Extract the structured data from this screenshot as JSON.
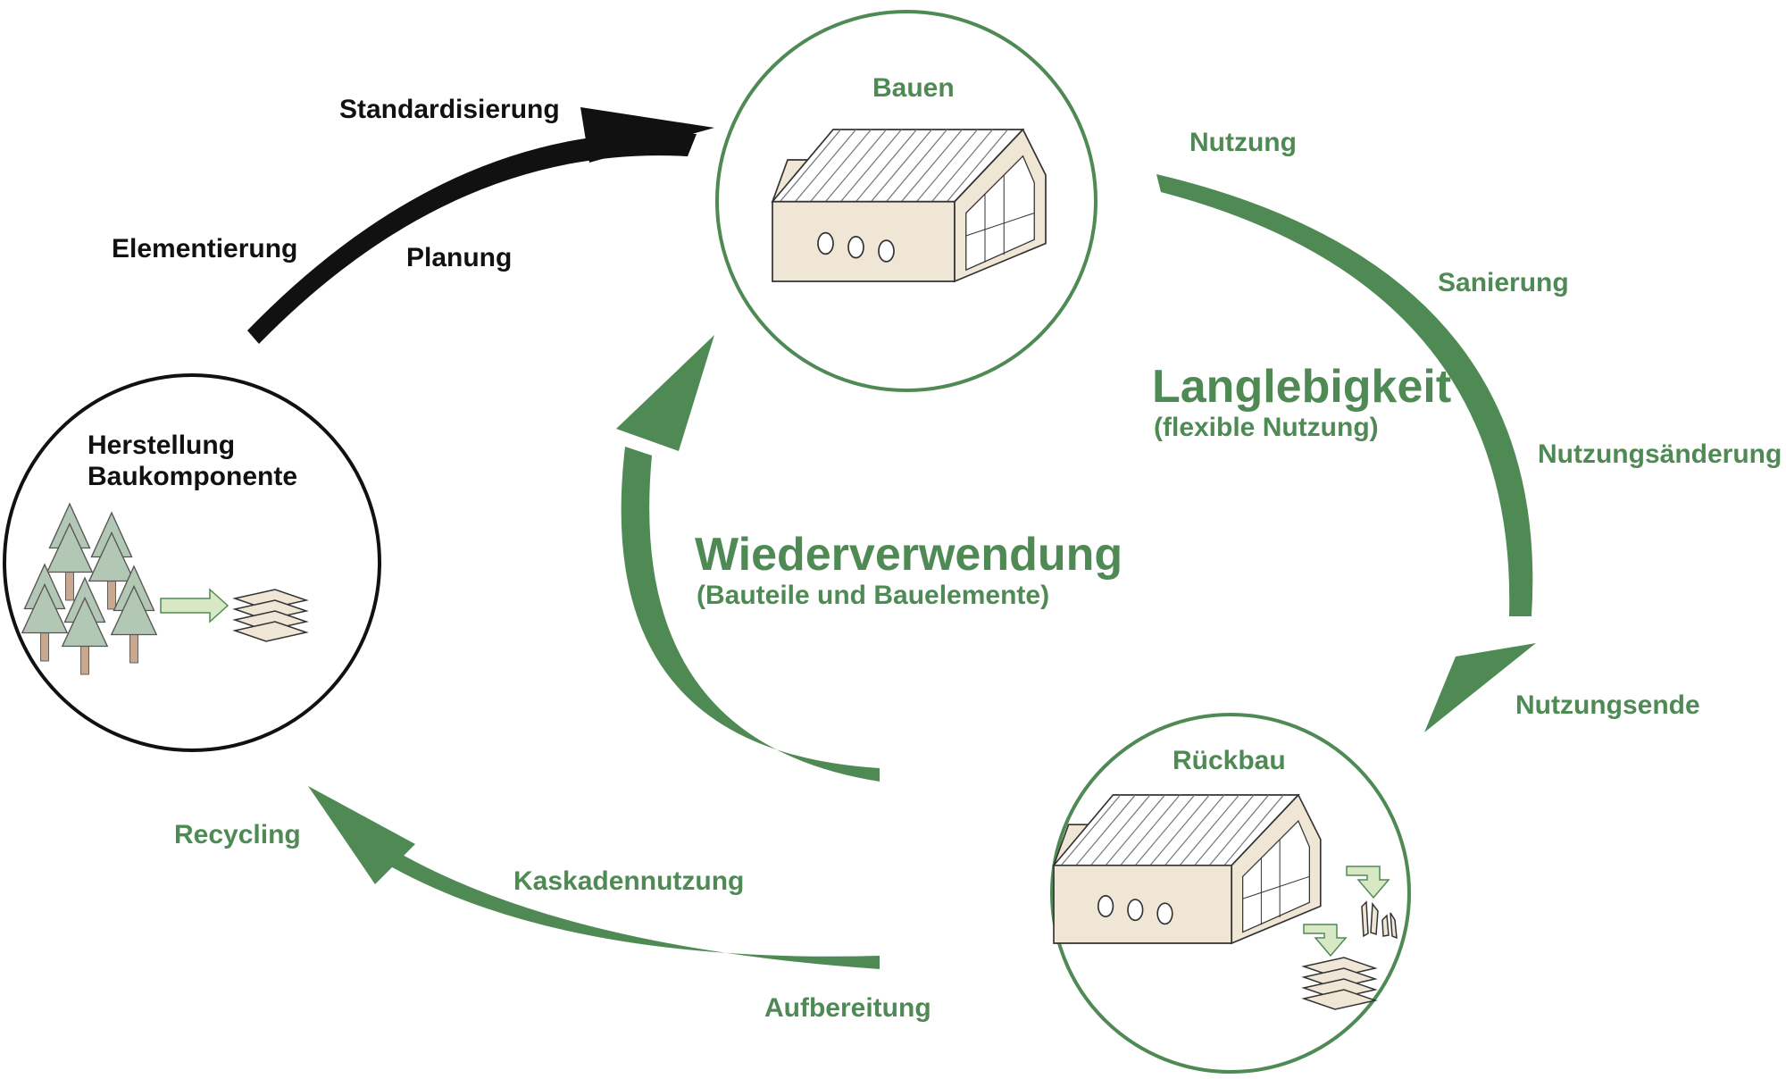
{
  "colors": {
    "green": "#4f8a55",
    "black": "#111111",
    "wood": "#f0e6d6",
    "tree": "#b3c7b5",
    "trunk": "#c9a890"
  },
  "nodes": {
    "bauen": {
      "title": "Bauen",
      "icon": "building-icon"
    },
    "herstellung": {
      "title_line1": "Herstellung",
      "title_line2": "Baukomponente",
      "icons": [
        "trees-icon",
        "arrow-icon",
        "timber-stack-icon"
      ]
    },
    "rueckbau": {
      "title": "Rückbau",
      "icons": [
        "building-icon",
        "arrow-icon",
        "timber-stack-icon",
        "debris-icon"
      ]
    }
  },
  "flows": {
    "top": {
      "labels": [
        "Standardisierung",
        "Elementierung",
        "Planung"
      ]
    },
    "right": {
      "labels": [
        "Nutzung",
        "Sanierung",
        "Nutzungsänderung",
        "Nutzungsende"
      ],
      "heading": "Langlebigkeit",
      "subheading": "(flexible Nutzung)"
    },
    "center": {
      "heading": "Wiederverwendung",
      "subheading": "(Bauteile und Bauelemente)"
    },
    "bottom": {
      "labels": [
        "Recycling",
        "Kaskadennutzung",
        "Aufbereitung"
      ]
    }
  }
}
